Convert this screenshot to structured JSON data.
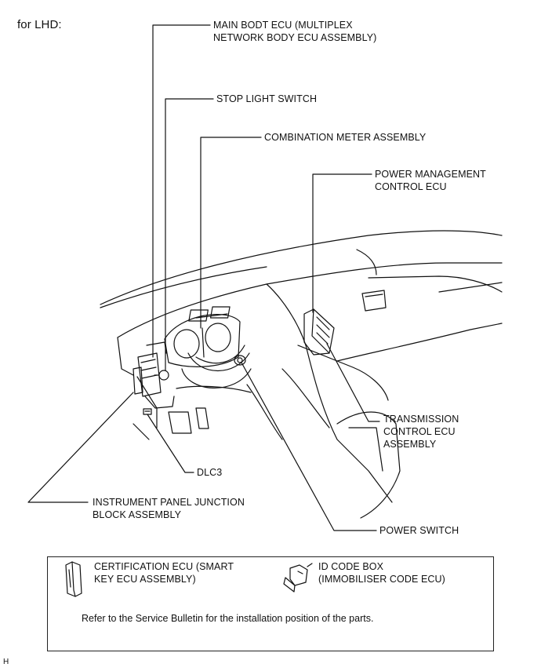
{
  "header": {
    "title": "for LHD:"
  },
  "callouts": {
    "main_body_ecu": [
      "MAIN BODT ECU (MULTIPLEX",
      "NETWORK BODY ECU ASSEMBLY)"
    ],
    "stop_light_switch": [
      "STOP LIGHT SWITCH"
    ],
    "combination_meter": [
      "COMBINATION METER ASSEMBLY"
    ],
    "power_management_ecu": [
      "POWER MANAGEMENT",
      "CONTROL ECU"
    ],
    "transmission_ecu": [
      "TRANSMISSION",
      "CONTROL ECU",
      "ASSEMBLY"
    ],
    "dlc3": [
      "DLC3"
    ],
    "junction_block": [
      "INSTRUMENT PANEL JUNCTION",
      "BLOCK ASSEMBLY"
    ],
    "power_switch": [
      "POWER SWITCH"
    ]
  },
  "legend": {
    "certification_ecu": [
      "CERTIFICATION ECU (SMART",
      "KEY ECU ASSEMBLY)"
    ],
    "id_code_box": [
      "ID CODE BOX",
      "(IMMOBILISER CODE ECU)"
    ],
    "reference_note": "Refer to the Service Bulletin for the installation position of the parts."
  },
  "footer": {
    "corner_mark": "H"
  },
  "colors": {
    "line": "#111111",
    "background": "#ffffff"
  }
}
